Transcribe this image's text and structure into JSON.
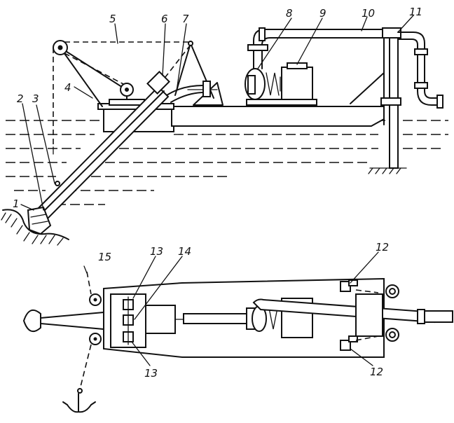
{
  "figure": {
    "labels": {
      "l1": "1",
      "l2": "2",
      "l3": "3",
      "l4": "4",
      "l5": "5",
      "l6": "6",
      "l7": "7",
      "l8": "8",
      "l9": "9",
      "l10": "10",
      "l11": "11",
      "l12a": "12",
      "l12b": "12",
      "l13a": "13",
      "l13b": "13",
      "l14": "14",
      "l15": "15"
    },
    "colors": {
      "ink": "#111111",
      "paper": "#ffffff"
    }
  }
}
